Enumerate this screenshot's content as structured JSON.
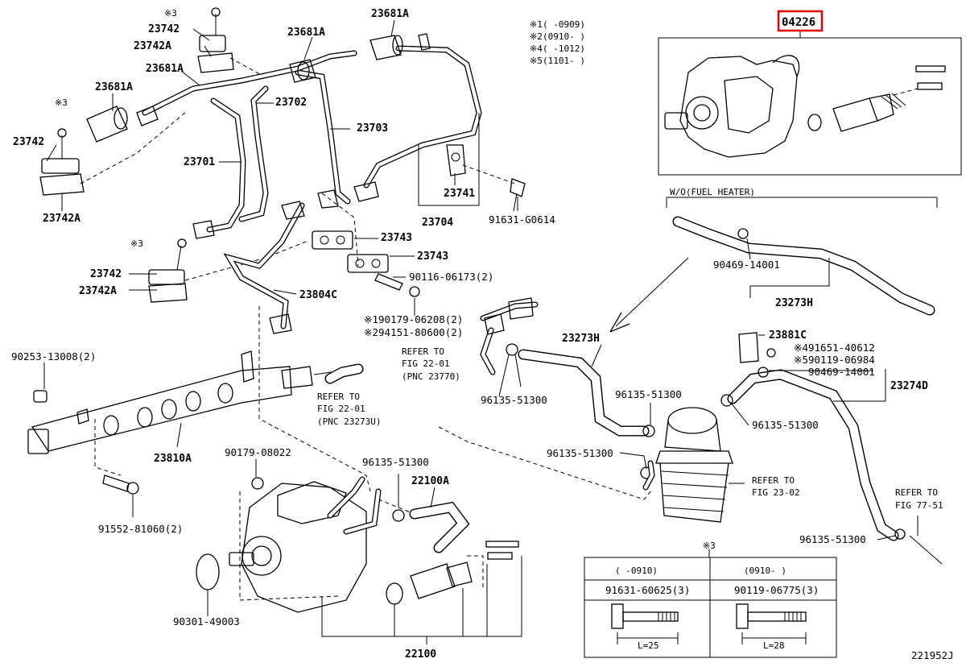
{
  "highlight_part": "04226",
  "legend": [
    {
      "mark": "※1",
      "text": "(     -0909)"
    },
    {
      "mark": "※2",
      "text": "(0910-     )"
    },
    {
      "mark": "※4",
      "text": "(     -1012)"
    },
    {
      "mark": "※5",
      "text": "(1101-     )"
    }
  ],
  "fuel_heater_note": "W/O(FUEL HEATER)",
  "labels": {
    "l_23742_top": "23742",
    "l_23742A_top": "23742A",
    "l_x3_top": "※3",
    "l_23681A_top": "23681A",
    "l_23681A_mid": "23681A",
    "l_23681A_left2": "23681A",
    "l_23681A_left": "23681A",
    "l_x3_left": "※3",
    "l_23742_left": "23742",
    "l_23742A_left": "23742A",
    "l_23702": "23702",
    "l_23703": "23703",
    "l_23701": "23701",
    "l_23741": "23741",
    "l_23704": "23704",
    "l_91631_G0614": "91631-G0614",
    "l_23743_a": "23743",
    "l_23743_b": "23743",
    "l_x3_mid": "※3",
    "l_23742_mid": "23742",
    "l_23742A_mid": "23742A",
    "l_90116": "90116-06173(2)",
    "l_23804C": "23804C",
    "l_190179": "※190179-06208(2)",
    "l_294151": "※294151-80600(2)",
    "l_90253": "90253-13008(2)",
    "l_refer_22_01_a": "REFER TO",
    "l_refer_22_01_b": "FIG 22-01",
    "l_refer_22_01_c": "(PNC 23770)",
    "l_refer_2201_u_a": "REFER TO",
    "l_refer_2201_u_b": "FIG 22-01",
    "l_refer_2201_u_c": "(PNC 23273U)",
    "l_96135_a": "96135-51300",
    "l_23273H_a": "23273H",
    "l_90469_a": "90469-14001",
    "l_23273H_b": "23273H",
    "l_23881C": "23881C",
    "l_91651": "※491651-40612",
    "l_90119_06984": "※590119-06984",
    "l_90469_b": "90469-14001",
    "l_23274D": "23274D",
    "l_96135_b": "96135-51300",
    "l_96135_c": "96135-51300",
    "l_96135_d": "96135-51300",
    "l_refer_23_02_a": "REFER TO",
    "l_refer_23_02_b": "FIG 23-02",
    "l_refer_77_51_a": "REFER TO",
    "l_refer_77_51_b": "FIG 77-51",
    "l_23810A": "23810A",
    "l_90179_08022": "90179-08022",
    "l_96135_e": "96135-51300",
    "l_22100A": "22100A",
    "l_91552": "91552-81060(2)",
    "l_90301": "90301-49003",
    "l_22100": "22100",
    "l_96135_f": "96135-51300",
    "l_x3_table": "※3",
    "l_figure_no": "221952J"
  },
  "bolt_table": {
    "col1_header": "(     -0910)",
    "col2_header": "(0910-     )",
    "col1_part": "91631-60625(3)",
    "col2_part": "90119-06775(3)",
    "col1_length": "L=25",
    "col2_length": "L=28"
  }
}
